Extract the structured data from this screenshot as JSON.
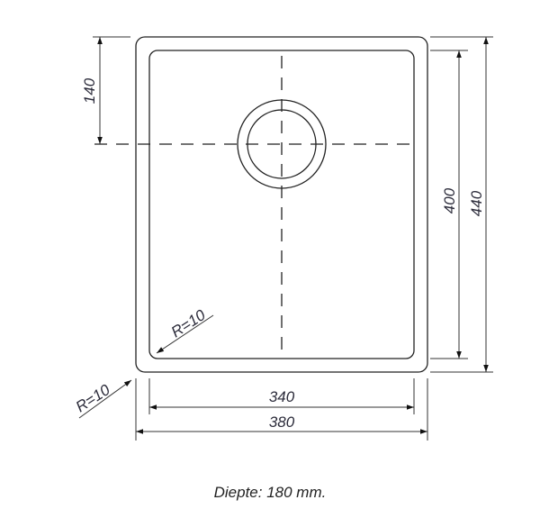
{
  "drawing": {
    "dimensions": {
      "drain_offset": "140",
      "inner_depth": "400",
      "outer_depth": "440",
      "inner_width": "340",
      "outer_width": "380",
      "inner_radius": "R=10",
      "outer_radius": "R=10"
    },
    "caption": "Diepte: 180 mm."
  }
}
